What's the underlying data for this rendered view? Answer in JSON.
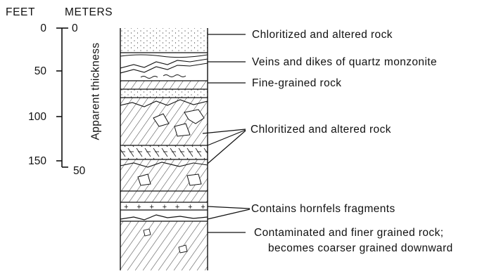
{
  "scale": {
    "feet_header": "FEET",
    "meters_header": "METERS",
    "feet_ticks": [
      "0",
      "50",
      "100",
      "150"
    ],
    "meter_ticks": [
      "0",
      "50"
    ],
    "axis_label": "Apparent thickness"
  },
  "annotations": [
    "Chloritized and altered rock",
    "Veins and dikes of quartz monzonite",
    "Fine-grained rock",
    "Chloritized and altered rock",
    "Contains hornfels fragments",
    "Contaminated and finer grained rock;",
    "becomes coarser grained downward"
  ]
}
